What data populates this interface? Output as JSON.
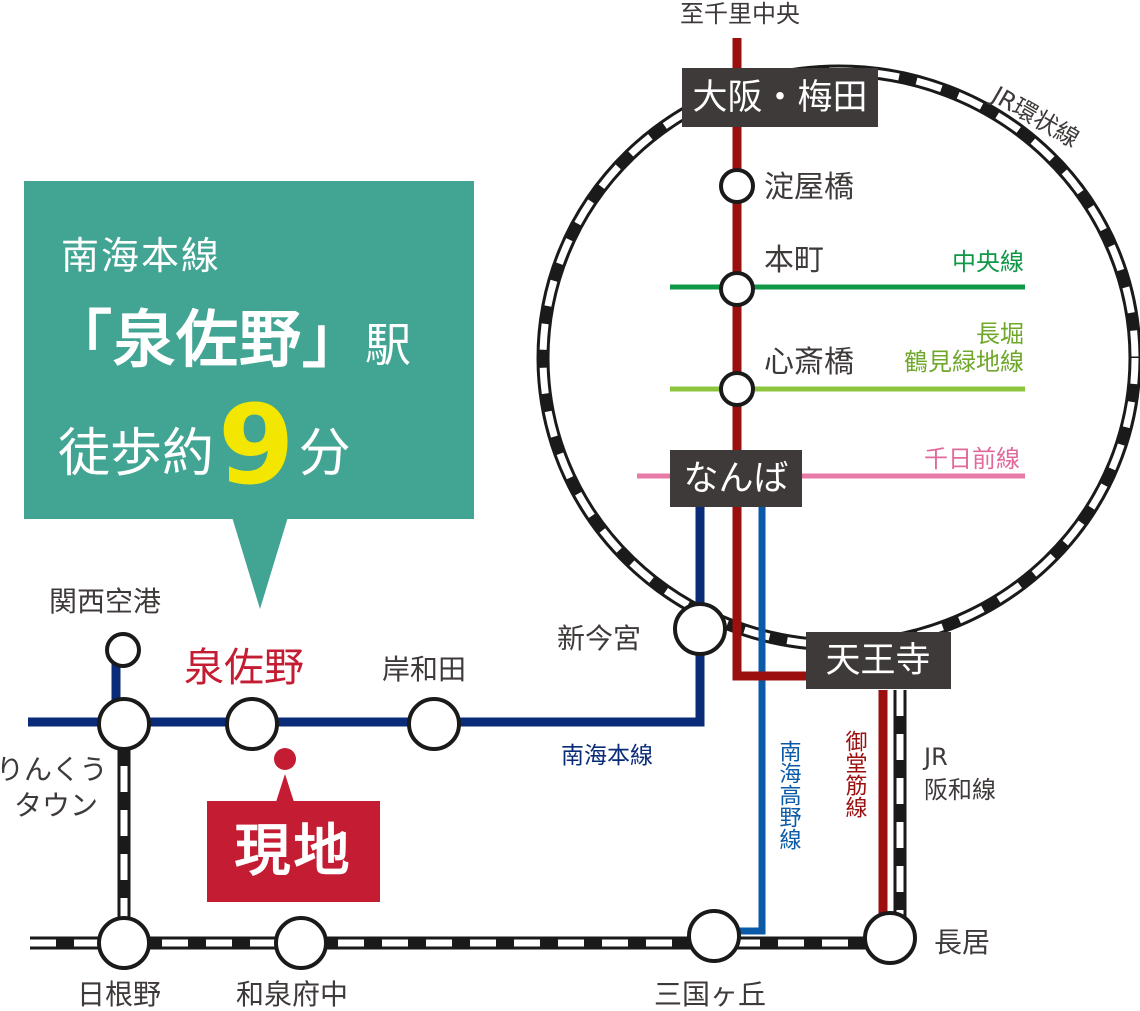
{
  "callout": {
    "line1": "南海本線",
    "line2_main": "「泉佐野」",
    "line2_suffix": "駅",
    "line3_pre": "徒歩約",
    "line3_num": "9",
    "line3_post": "分"
  },
  "current_location": "現地",
  "destination_top": "至千里中央",
  "stations": {
    "osaka_umeda": "大阪・梅田",
    "yodoyabashi": "淀屋橋",
    "honmachi": "本町",
    "shinsaibashi": "心斎橋",
    "namba": "なんば",
    "shin_imamiya": "新今宮",
    "tennoji": "天王寺",
    "kansai_airport": "関西空港",
    "izumisano": "泉佐野",
    "kishiwada": "岸和田",
    "rinku_town_1": "りんくう",
    "rinku_town_2": "タウン",
    "hineno": "日根野",
    "izumifuchu": "和泉府中",
    "mikunigaoka": "三国ヶ丘",
    "nagai": "長居"
  },
  "lines": {
    "jr_loop": "JR環状線",
    "chuo": "中央線",
    "nagahori_1": "長堀",
    "nagahori_2": "鶴見緑地線",
    "sennichimae": "千日前線",
    "nankai_main": "南海本線",
    "nankai_koya_vertical": "南海高野線",
    "midosuji_vertical": "御堂筋線",
    "jr_hanwa_1": "JR",
    "jr_hanwa_2": "阪和線"
  },
  "colors": {
    "midosuji": "#9b0f0f",
    "nankai_main": "#0a2b78",
    "nankai_koya": "#0b5aa8",
    "chuo": "#109848",
    "nagahori": "#8cc63e",
    "sennichimae": "#e87aa8",
    "station_box": "#3e3a39",
    "callout": "#42a593",
    "highlight": "#c41d33",
    "number_yellow": "#f3e600"
  }
}
